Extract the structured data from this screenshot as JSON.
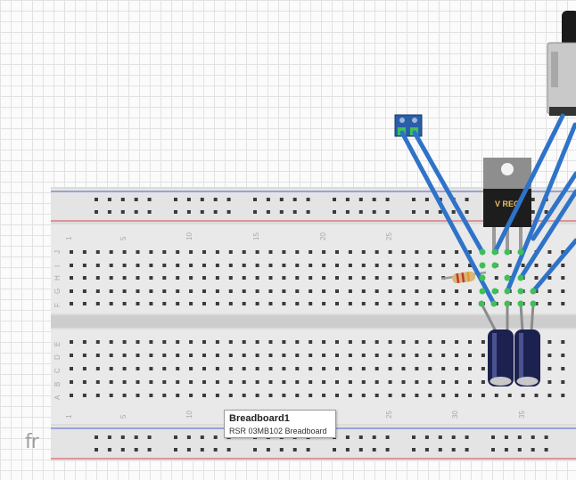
{
  "app": {
    "logo_text": "fr"
  },
  "tooltip": {
    "title": "Breadboard1",
    "subtitle": "RSR 03MB102 Breadboard"
  },
  "breadboard": {
    "column_numbers_top": [
      "1",
      "5",
      "10",
      "15",
      "20",
      "25"
    ],
    "column_numbers_bottom": [
      "1",
      "5",
      "10",
      "25",
      "30",
      "35"
    ],
    "row_letters_top": [
      "J",
      "I",
      "H",
      "G",
      "F"
    ],
    "row_letters_bottom": [
      "E",
      "D",
      "C",
      "B",
      "A"
    ]
  },
  "regulator": {
    "label": "V REG"
  },
  "colors": {
    "wire_blue": "#2f73c9",
    "rail_red": "#d9474b",
    "rail_blue": "#4a62c8",
    "capacitor": "#1c2150",
    "pin_green": "#3fbf5a"
  }
}
